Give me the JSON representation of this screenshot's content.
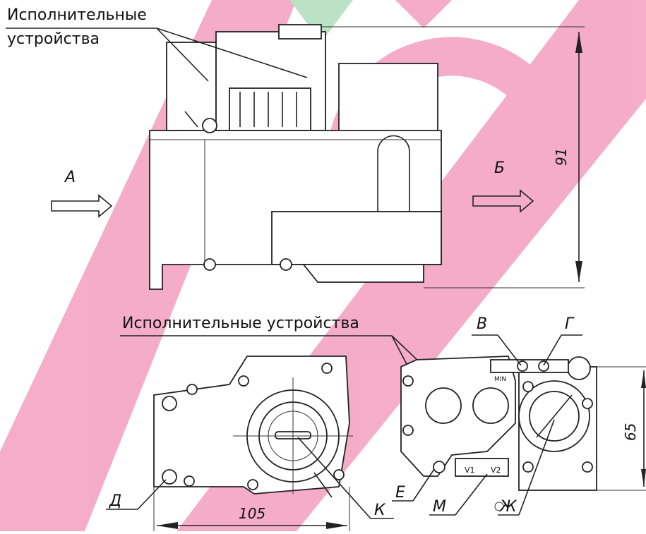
{
  "watermark": {
    "color_main": "#e0005a",
    "color_secondary": "#2fa84f"
  },
  "labels": {
    "actuators_top_line1": "Исполнительные",
    "actuators_top_line2": "устройства",
    "actuators_bottom": "Исполнительные устройства",
    "A": "А",
    "B": "Б",
    "V": "В",
    "G": "Г",
    "D": "Д",
    "E": "Е",
    "K": "К",
    "M": "М",
    "Zh": "Ж"
  },
  "dimensions": {
    "height": "91",
    "width": "105",
    "side": "65"
  },
  "part_marks": {
    "v1": "V1",
    "v2": "V2",
    "min": "MIN"
  }
}
